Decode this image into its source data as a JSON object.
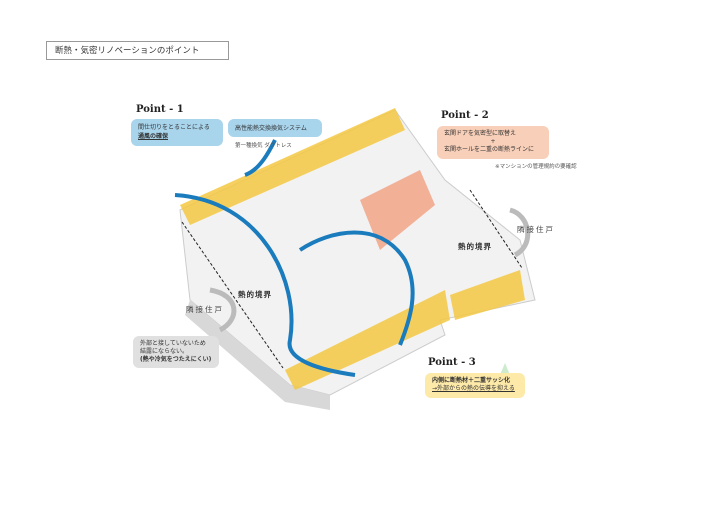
{
  "title": "断熱・気密リノベーションのポイント",
  "point1": {
    "heading": "Point - 1",
    "bubble_a": [
      "間仕切りをとることによる",
      "通風の確保"
    ],
    "bubble_b": "高性能熱交換換気システム",
    "note": "第一種換気 ダクトレス"
  },
  "point2": {
    "heading": "Point - 2",
    "line1": "玄関ドアを気密型に取替え",
    "plus": "+",
    "line2": "玄関ホールを二重の断熱ラインに",
    "note": "※マンションの管理規約の要確認"
  },
  "point3": {
    "heading": "Point - 3",
    "line1": "内側に断熱材＋二重サッシ化",
    "line2": "→外部からの熱の伝導を抑える"
  },
  "left_note": {
    "line1": "外部と接していないため",
    "line2": "結露にならない。",
    "line3": "(熱や冷気をつたえにくい)"
  },
  "labels": {
    "neighbor_left": "隣接住戸",
    "neighbor_right": "隣接住戸",
    "thermal_left": "熱的境界",
    "thermal_right": "熱的境界"
  },
  "colors": {
    "yellow": "#f5c842",
    "blue": "#a8d4ec",
    "orange": "#f8cfb8",
    "gray": "#e0e0e0",
    "arrow": "#1a7bbd"
  }
}
